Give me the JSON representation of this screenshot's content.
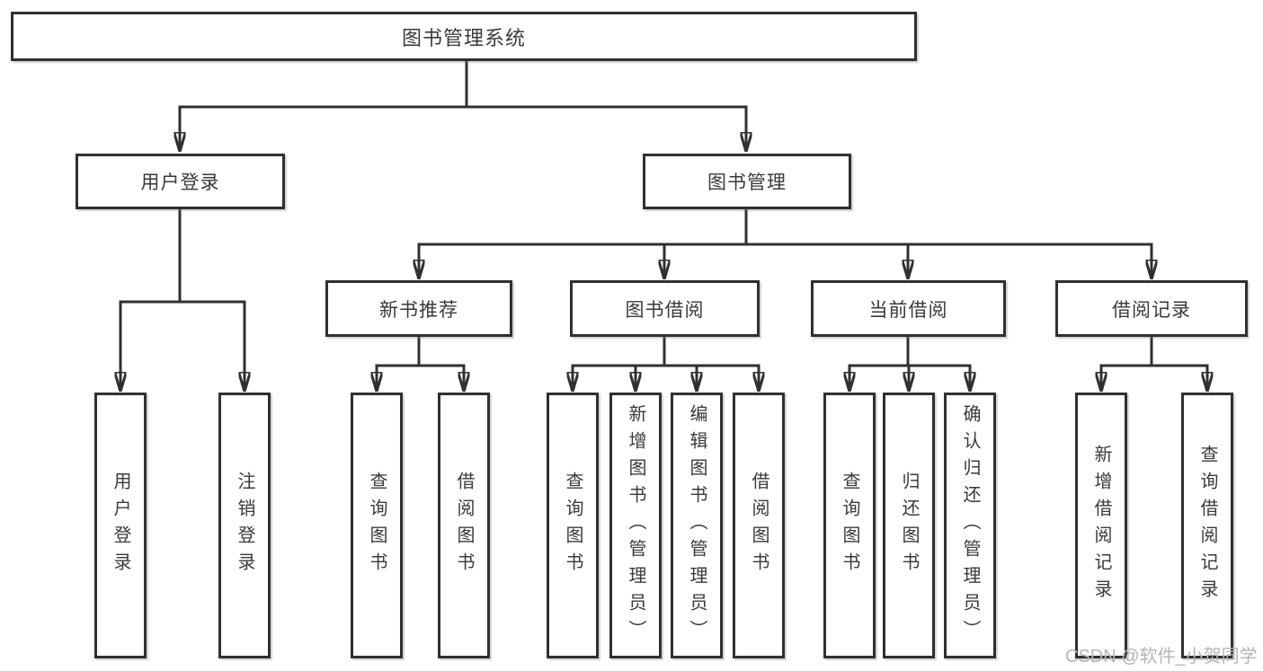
{
  "colors": {
    "line": "#303030",
    "text": "#3a3a3a",
    "background": "#ffffff",
    "watermark": "#b5b5b5"
  },
  "tree": {
    "root": "图书管理系统",
    "branches": {
      "user_login": "用户登录",
      "book_management": "图书管理"
    },
    "modules": {
      "new_book_recommend": "新书推荐",
      "book_borrowing": "图书借阅",
      "current_borrowing": "当前借阅",
      "borrowing_records": "借阅记录"
    },
    "leaves": {
      "user_login": "用户登录",
      "logout": "注销登录",
      "recommend_query_book": "查询图书",
      "recommend_borrow_book": "借阅图书",
      "borrowing_query_book": "查询图书",
      "borrowing_add_book_admin": "新增图书（管理员）",
      "borrowing_edit_book_admin": "编辑图书（管理员）",
      "borrowing_borrow_book": "借阅图书",
      "current_query_book": "查询图书",
      "current_return_book": "归还图书",
      "current_confirm_return_admin": "确认归还（管理员）",
      "records_add_record": "新增借阅记录",
      "records_query_record": "查询借阅记录"
    }
  },
  "watermark": "CSDN @软件_小贺同学"
}
